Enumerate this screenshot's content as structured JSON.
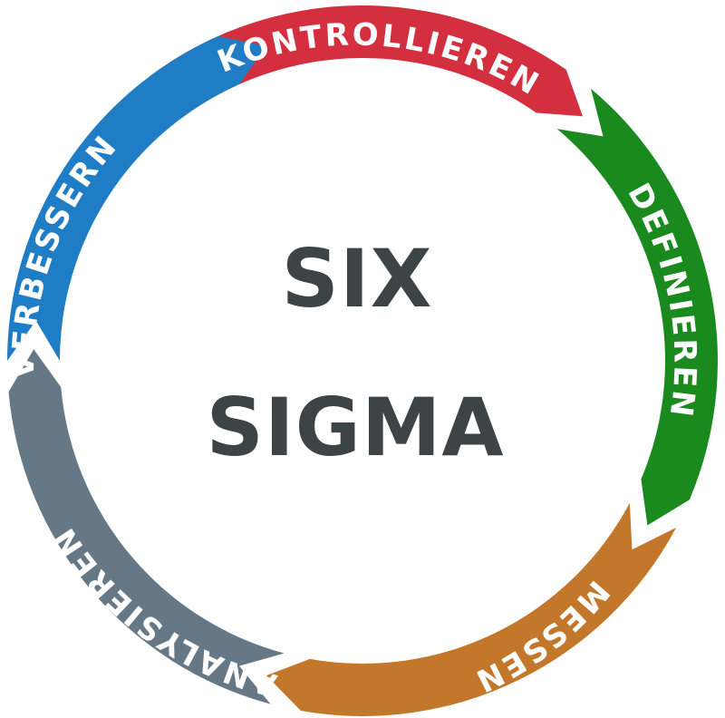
{
  "center": {
    "line1": "SIX",
    "line2": "SIGMA"
  },
  "phases": [
    {
      "id": "kontrollieren",
      "label": "KONTROLLIEREN",
      "color": "#d32f3f"
    },
    {
      "id": "definieren",
      "label": "DEFINIEREN",
      "color": "#1a8a1f"
    },
    {
      "id": "messen",
      "label": "MESSEN",
      "color": "#c2772b"
    },
    {
      "id": "analysieren",
      "label": "ANALYSIEREN",
      "color": "#667886"
    },
    {
      "id": "verbessern",
      "label": "VERBESSERN",
      "color": "#1f7dc6"
    }
  ]
}
